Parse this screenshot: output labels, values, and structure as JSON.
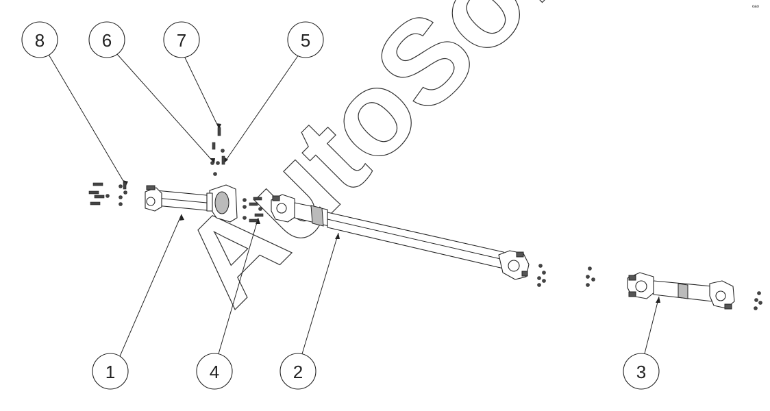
{
  "watermark": {
    "text": "AutoSoft"
  },
  "corner_mark": {
    "text": "ºªº"
  },
  "callouts": [
    {
      "id": "8",
      "label": "8"
    },
    {
      "id": "6",
      "label": "6"
    },
    {
      "id": "7",
      "label": "7"
    },
    {
      "id": "5",
      "label": "5"
    },
    {
      "id": "1",
      "label": "1"
    },
    {
      "id": "4",
      "label": "4"
    },
    {
      "id": "2",
      "label": "2"
    },
    {
      "id": "3",
      "label": "3"
    }
  ]
}
